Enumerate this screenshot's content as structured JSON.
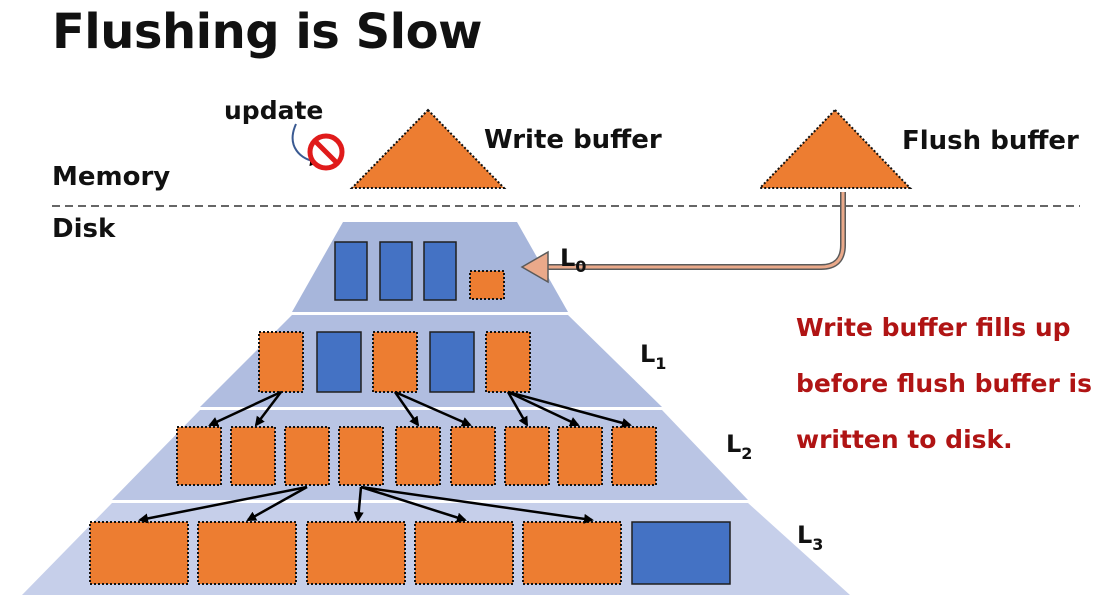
{
  "slide": {
    "title": "Flushing is Slow"
  },
  "memory": {
    "label": "Memory",
    "update_label": "update",
    "write_buffer_label": "Write buffer",
    "flush_buffer_label": "Flush buffer"
  },
  "disk": {
    "label": "Disk"
  },
  "levels": [
    {
      "prefix": "L",
      "sub": "0"
    },
    {
      "prefix": "L",
      "sub": "1"
    },
    {
      "prefix": "L",
      "sub": "2"
    },
    {
      "prefix": "L",
      "sub": "3"
    }
  ],
  "note": {
    "line1": "Write buffer fills up",
    "line2": "before flush buffer is",
    "line3": "written to disk."
  },
  "colors": {
    "orange": "#ed7d31",
    "blue": "#4472c4",
    "band": "#a9b8dc",
    "note_red": "#b01414",
    "prohibit_red": "#e01b1b"
  }
}
